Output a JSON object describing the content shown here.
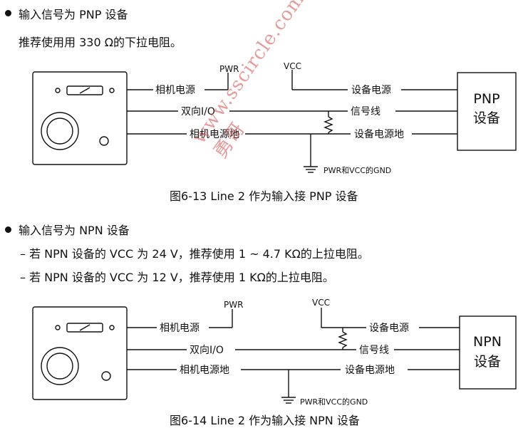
{
  "section1": {
    "heading": "输入信号为 PNP 设备",
    "note": "推荐使用用 330  Ω的下拉电阻。"
  },
  "diagram1": {
    "pwr": "PWR",
    "vcc": "VCC",
    "cam_power": "相机电源",
    "io": "双向I/O",
    "cam_gnd": "相机电源地",
    "dev_power": "设备电源",
    "signal": "信号线",
    "dev_gnd": "设备电源地",
    "gnd": "PWR和VCC的GND",
    "device_line1": "PNP",
    "device_line2": "设备"
  },
  "caption1": "图6-13  Line 2 作为输入接 PNP 设备",
  "section2": {
    "heading": "输入信号为 NPN 设备",
    "notes": [
      "– 若 NPN 设备的 VCC 为 24 V，推荐使用 1 ~ 4.7 KΩ的上拉电阻。",
      "– 若 NPN 设备的 VCC 为 12 V，推荐使用 1 KΩ的上拉电阻。"
    ]
  },
  "diagram2": {
    "pwr": "PWR",
    "vcc": "VCC",
    "cam_power": "相机电源",
    "io": "双向I/O",
    "cam_gnd": "相机电源地",
    "dev_power": "设备电源",
    "signal": "信号线",
    "dev_gnd": "设备电源地",
    "gnd": "PWR和VCC的GND",
    "device_line1": "NPN",
    "device_line2": "设备"
  },
  "caption2": "图6-14  Line 2 作为输入接 NPN 设备",
  "watermark": "www.sscircle.com 勇哥"
}
